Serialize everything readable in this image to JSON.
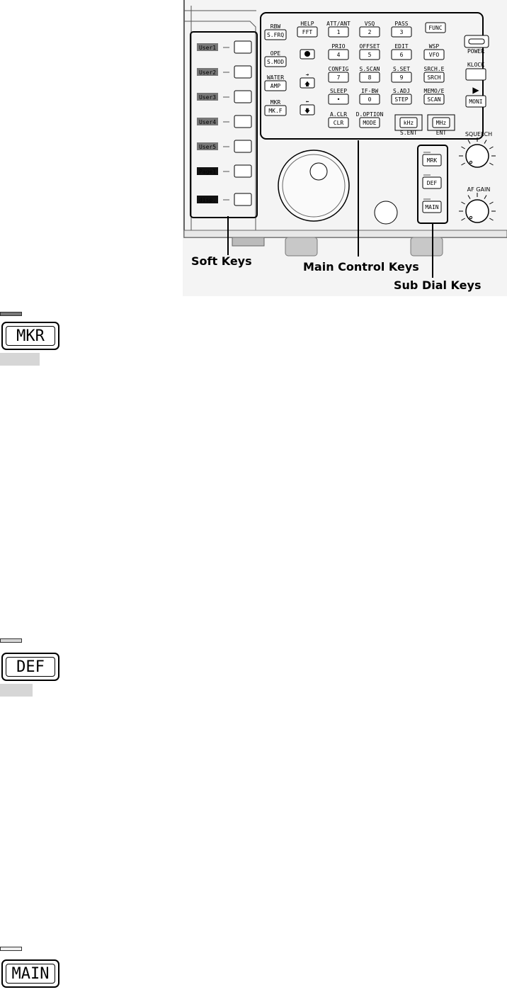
{
  "panel": {
    "soft_keys": [
      "User1",
      "User2",
      "User3",
      "User4",
      "User5",
      "Page1",
      "disp."
    ],
    "left_keys": [
      {
        "top": "RBW",
        "key": "S.FRQ"
      },
      {
        "top": "OPE",
        "key": "S.MOD"
      },
      {
        "top": "WATER",
        "key": "AMP"
      },
      {
        "top": "MKR",
        "key": "MK.F"
      }
    ],
    "grid_keys": [
      {
        "top": "HELP",
        "key": "FFT"
      },
      {
        "top": "ATT/ANT",
        "key": "1"
      },
      {
        "top": "VSQ",
        "key": "2"
      },
      {
        "top": "PASS",
        "key": "3"
      },
      {
        "top": "",
        "key": "FUNC"
      },
      {
        "top": "PRIO",
        "key": "4"
      },
      {
        "top": "OFFSET",
        "key": "5"
      },
      {
        "top": "EDIT",
        "key": "6"
      },
      {
        "top": "WSP",
        "key": "VFO"
      },
      {
        "top": "CONFIG",
        "key": "7"
      },
      {
        "top": "S.SCAN",
        "key": "8"
      },
      {
        "top": "S.SET",
        "key": "9"
      },
      {
        "top": "SRCH.E",
        "key": "SRCH"
      },
      {
        "top": "SLEEP",
        "key": "•"
      },
      {
        "top": "IF-BW",
        "key": "0"
      },
      {
        "top": "S.ADJ",
        "key": "STEP"
      },
      {
        "top": "MEMO/E",
        "key": "SCAN"
      },
      {
        "top": "A.CLR",
        "key": "CLR"
      },
      {
        "top": "D.OPTION",
        "key": "MODE"
      }
    ],
    "khz_key": "kHz",
    "mhz_key": "MHz",
    "s_ent": "S.ENT",
    "ent": "ENT",
    "power": "POWER",
    "klock": "KLOCK",
    "moni": "MONI",
    "sub_dial_keys": [
      "MRK",
      "DEF",
      "MAIN"
    ],
    "squelch": "SQUELCH",
    "af_gain": "AF GAIN"
  },
  "callouts": {
    "soft_keys": "Soft Keys",
    "main_control_keys": "Main Control Keys",
    "sub_dial_keys": "Sub Dial Keys"
  },
  "large_keys": [
    {
      "label": "MKR"
    },
    {
      "label": "DEF"
    },
    {
      "label": "MAIN"
    }
  ]
}
